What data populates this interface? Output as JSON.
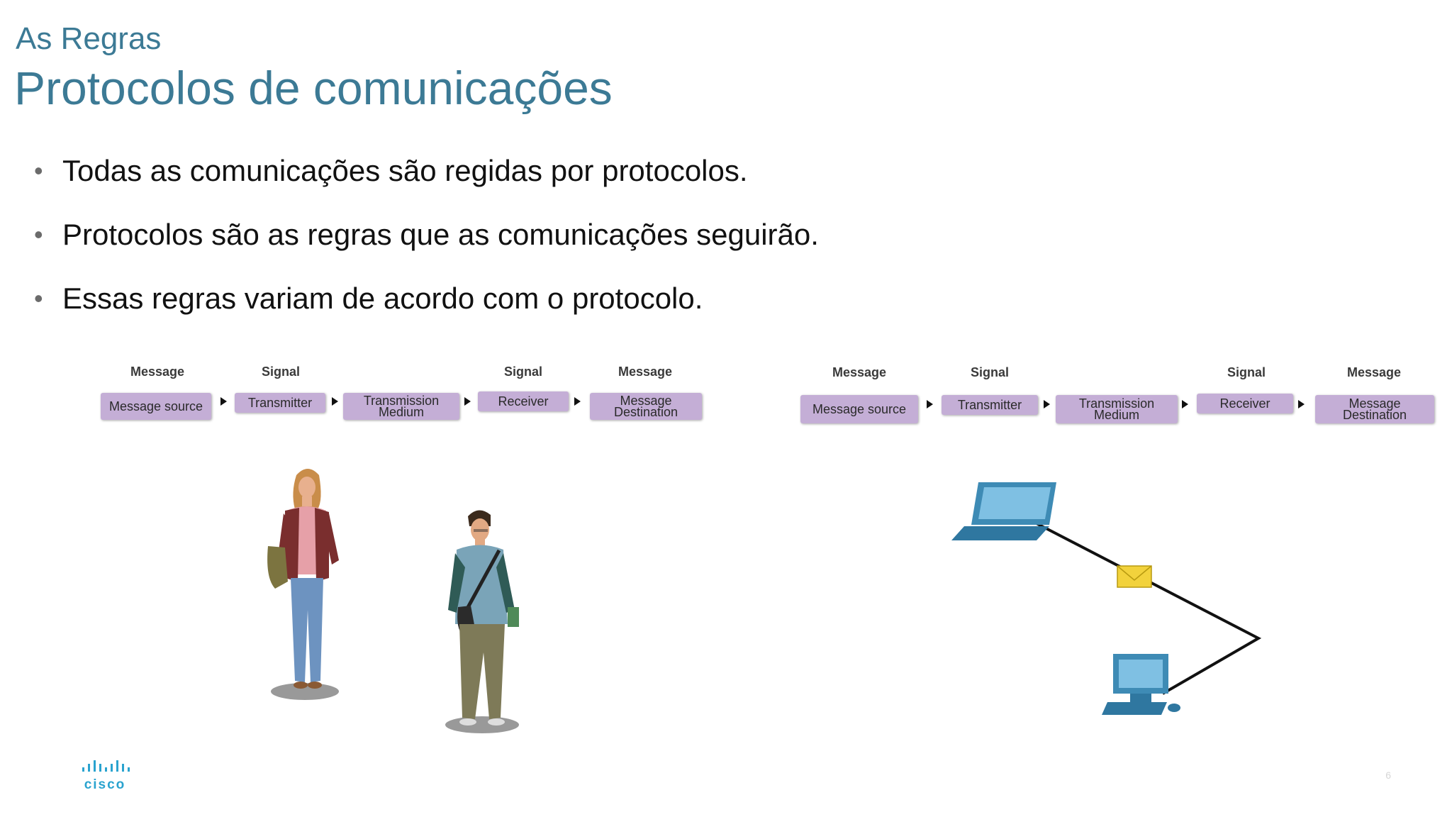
{
  "slide": {
    "subtitle": "As Regras",
    "title": "Protocolos de comunicações",
    "bullets": [
      "Todas as comunicações são regidas por protocolos.",
      "Protocolos são as regras que as comunicações seguirão.",
      "Essas regras variam de acordo com o protocolo."
    ],
    "page_number": "6",
    "logo_text": "cisco"
  },
  "diagram_left": {
    "labels": [
      "Message",
      "Signal",
      "Signal",
      "Message"
    ],
    "boxes": [
      "Message source",
      "Transmitter",
      "Transmission Medium",
      "Receiver",
      "Message Destination"
    ]
  },
  "diagram_right": {
    "labels": [
      "Message",
      "Signal",
      "Signal",
      "Message"
    ],
    "boxes": [
      "Message source",
      "Transmitter",
      "Transmission Medium",
      "Receiver",
      "Message Destination"
    ]
  },
  "colors": {
    "title": "#3c7a95",
    "box": "#c4aed6",
    "device": "#3e8bb5",
    "envelope": "#f2d23c"
  },
  "icons": [
    "woman-figure",
    "man-figure",
    "laptop-icon",
    "desktop-computer-icon",
    "envelope-icon",
    "cisco-logo"
  ]
}
